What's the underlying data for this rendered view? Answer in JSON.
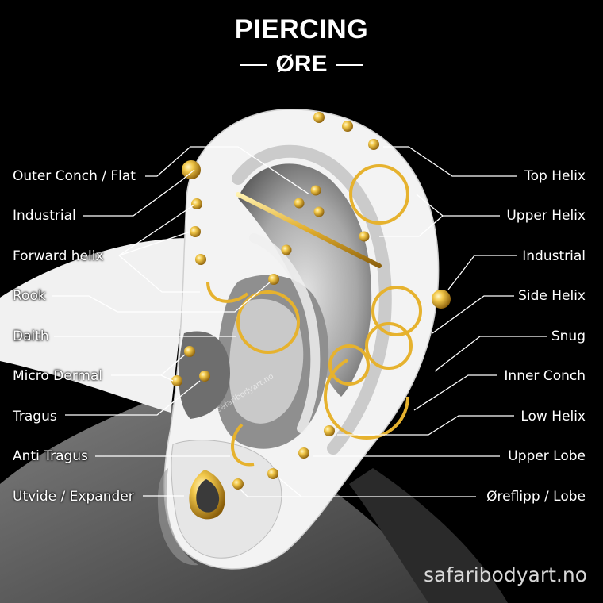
{
  "title": "PIERCING",
  "subtitle": "ØRE",
  "watermark": "safaribodyart.no",
  "brand": "safaribodyart.no",
  "colors": {
    "background": "#000000",
    "ear_light": "#f4f4f4",
    "ear_shadow": "#8a8a8a",
    "gold": "#e8b830",
    "text": "#ffffff"
  },
  "labels_left": [
    {
      "id": "outer-conch-flat",
      "text": "Outer Conch / Flat"
    },
    {
      "id": "industrial-left",
      "text": "Industrial"
    },
    {
      "id": "forward-helix",
      "text": "Forward helix"
    },
    {
      "id": "rook",
      "text": "Rook"
    },
    {
      "id": "daith",
      "text": "Daith"
    },
    {
      "id": "micro-dermal",
      "text": "Micro Dermal"
    },
    {
      "id": "tragus",
      "text": "Tragus"
    },
    {
      "id": "anti-tragus",
      "text": "Anti Tragus"
    },
    {
      "id": "utvide-expander",
      "text": "Utvide / Expander"
    }
  ],
  "labels_right": [
    {
      "id": "top-helix",
      "text": "Top Helix"
    },
    {
      "id": "upper-helix",
      "text": "Upper Helix"
    },
    {
      "id": "industrial-right",
      "text": "Industrial"
    },
    {
      "id": "side-helix",
      "text": "Side Helix"
    },
    {
      "id": "snug",
      "text": "Snug"
    },
    {
      "id": "inner-conch",
      "text": "Inner Conch"
    },
    {
      "id": "low-helix",
      "text": "Low Helix"
    },
    {
      "id": "upper-lobe",
      "text": "Upper Lobe"
    },
    {
      "id": "oreflipp-lobe",
      "text": "Øreflipp / Lobe"
    }
  ]
}
